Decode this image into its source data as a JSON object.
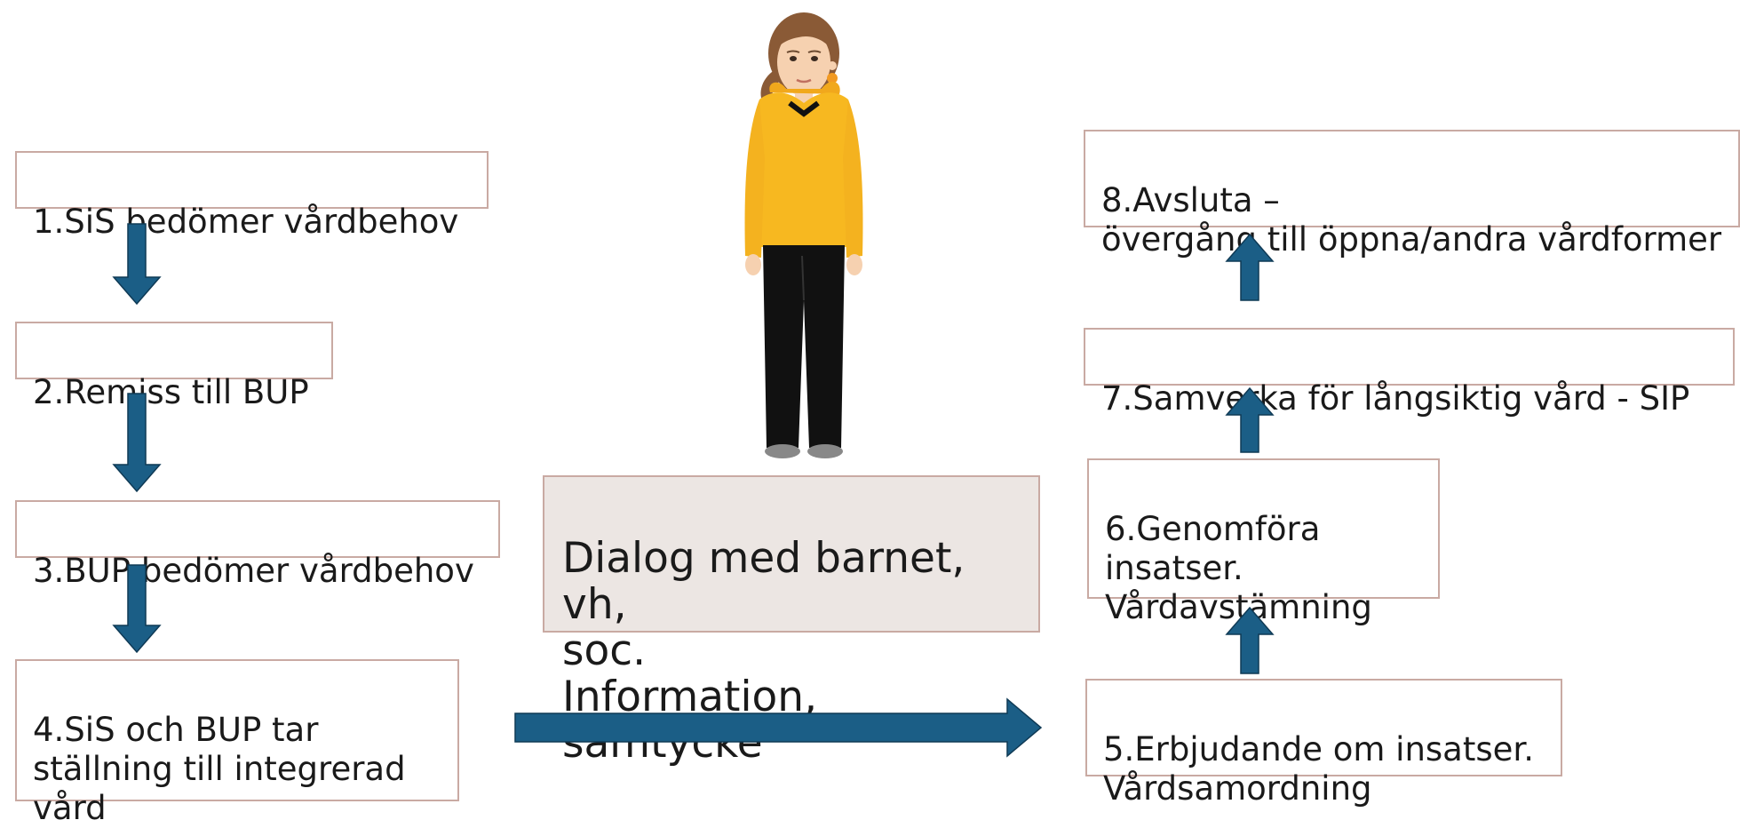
{
  "steps": {
    "s1": "1.SiS bedömer vårdbehov",
    "s2": "2.Remiss till BUP",
    "s3": "3.BUP bedömer vårdbehov",
    "s4": "4.SiS och BUP tar\nställning till integrerad\nvård",
    "s5": "5.Erbjudande om insatser.\nVårdsamordning",
    "s6": "6.Genomföra\ninsatser.\nVårdavstämning",
    "s7": "7.Samverka för långsiktig vård - SIP",
    "s8": "8.Avsluta –\növergång till öppna/andra vårdformer"
  },
  "dialog": "Dialog med barnet, vh,\nsoc.\nInformation, samtycke",
  "colors": {
    "arrow": "#1b5e86",
    "arrow_stroke": "#0f3a55",
    "box_border": "#c9aaa3",
    "dialog_bg": "#ece6e3",
    "hoodie": "#f7b820",
    "pants": "#111111"
  },
  "icons": {
    "child": "child-figure-icon"
  }
}
